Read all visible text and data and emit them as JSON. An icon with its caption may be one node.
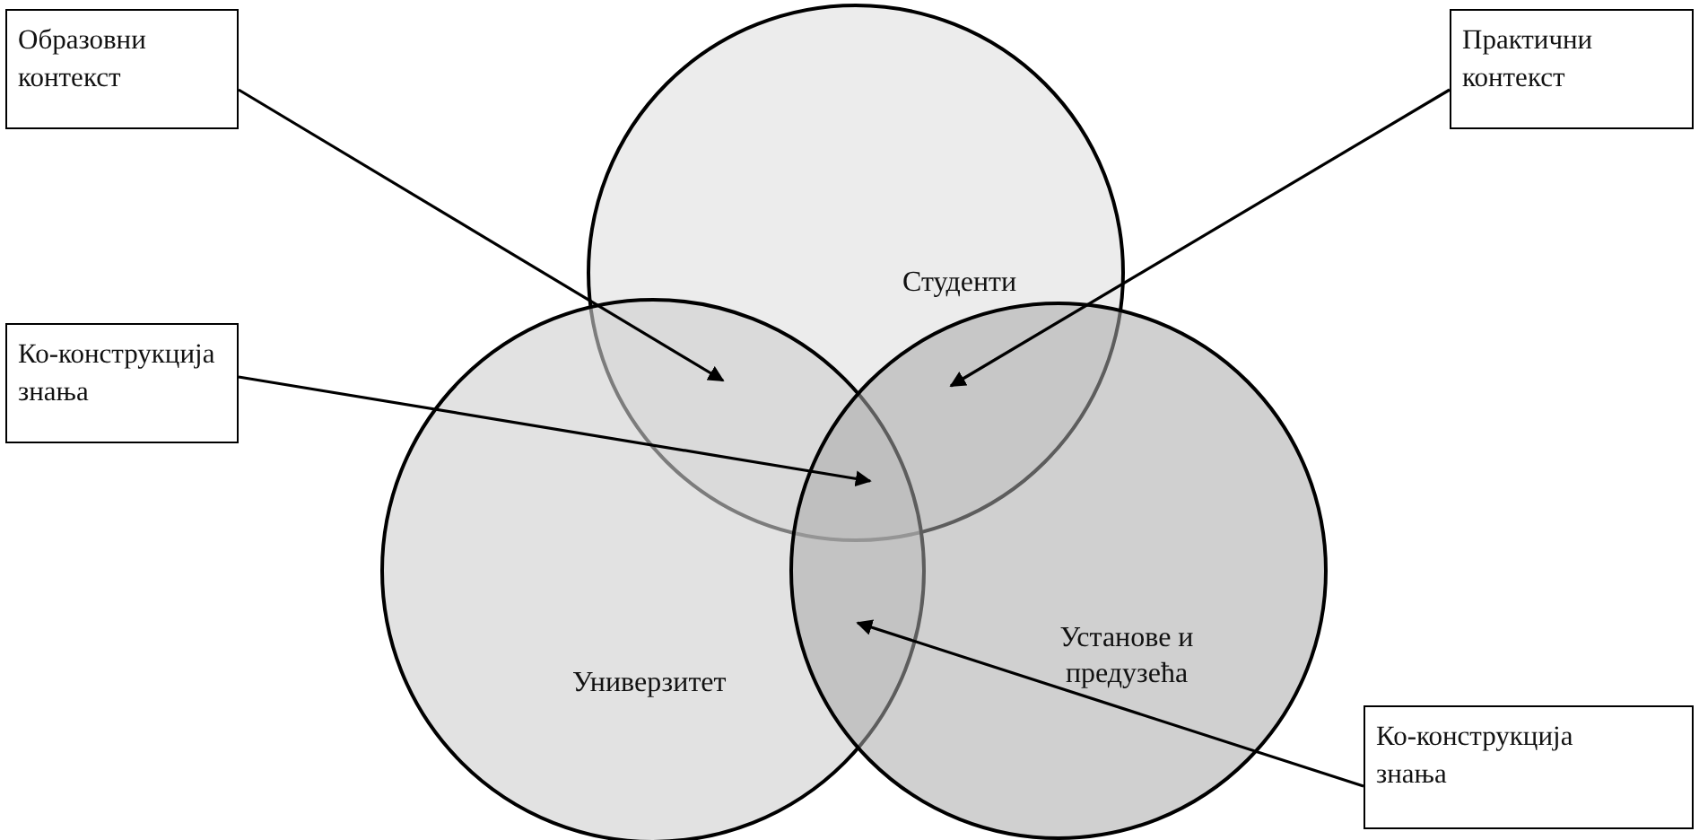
{
  "diagram": {
    "nodes": [
      {
        "text": [
          "Образовни контекст"
        ]
      },
      {
        "text": [
          "Практични контекст"
        ]
      },
      {
        "text": [
          "Студенти"
        ]
      },
      {
        "text": [
          "Ко-конструкција знања"
        ]
      },
      {
        "text": [
          "Универзитет"
        ]
      },
      {
        "text": [
          "Установе и предузећа"
        ]
      },
      {
        "text": [
          "Ко-конструкција знања"
        ]
      }
    ],
    "edges": [
      {
        "from": 0,
        "to": 2,
        "arrow": "to"
      },
      {
        "from": 1,
        "to": 2,
        "arrow": "to"
      },
      {
        "from": 3,
        "to": 2,
        "arrow": "to"
      },
      {
        "from": 6,
        "to": 5,
        "arrow": "to"
      }
    ]
  }
}
